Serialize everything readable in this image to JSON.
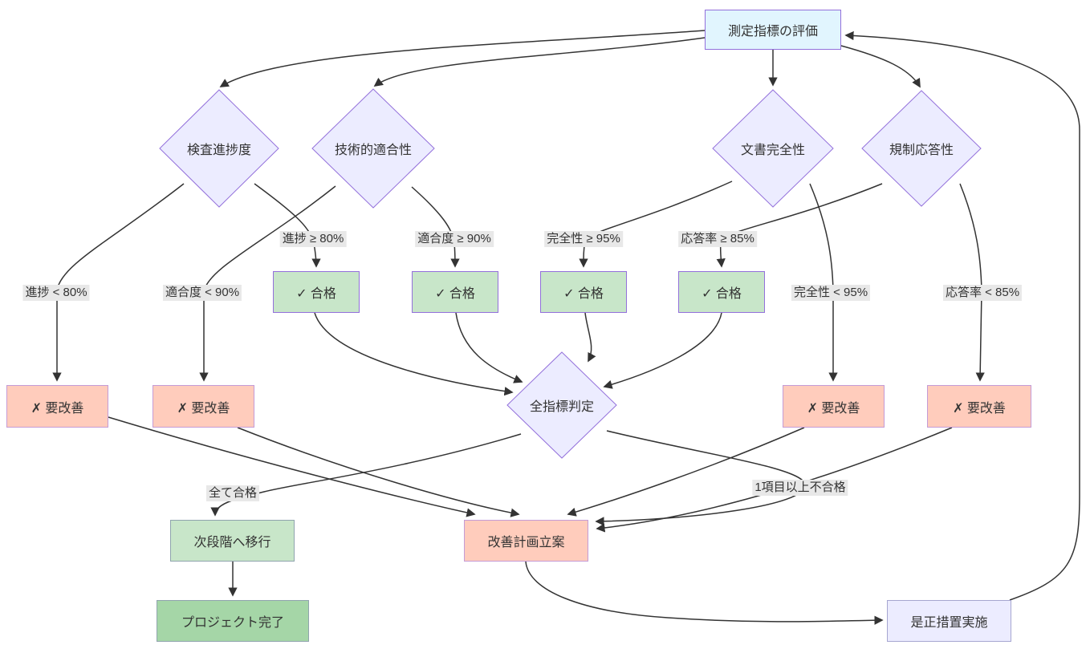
{
  "diagram": {
    "title_hint": "quality metrics evaluation flowchart",
    "colors": {
      "edge": "#333333",
      "eval_fill": "#e1f5fe",
      "diamond_fill": "#ececff",
      "purple_border": "#9370db",
      "pass_fill": "#c8e6c9",
      "fail_fill": "#ffccbc",
      "fail_border": "#c49bd6",
      "next_stage_fill": "#c8e6c9",
      "complete_fill": "#a5d6a7",
      "neutral_border": "#90a4ae",
      "corrective_fill": "#ececff",
      "edge_label_bg": "#e8e8e8"
    },
    "nodes": {
      "eval": "測定指標の評価",
      "progress": "検査進捗度",
      "technical": "技術的適合性",
      "document": "文書完全性",
      "regulatory": "規制応答性",
      "judge": "全指標判定",
      "pass": "✓ 合格",
      "fail": "✗ 要改善",
      "next_stage": "次段階へ移行",
      "improve_plan": "改善計画立案",
      "project_complete": "プロジェクト完了",
      "corrective": "是正措置実施"
    },
    "edge_labels": {
      "progress_ge": "進捗 ≥ 80%",
      "technical_ge": "適合度 ≥ 90%",
      "document_ge": "完全性 ≥ 95%",
      "regulatory_ge": "応答率 ≥ 85%",
      "progress_lt": "進捗 < 80%",
      "technical_lt": "適合度 < 90%",
      "document_lt": "完全性 < 95%",
      "regulatory_lt": "応答率 < 85%",
      "all_pass": "全て合格",
      "any_fail": "1項目以上不合格"
    }
  }
}
